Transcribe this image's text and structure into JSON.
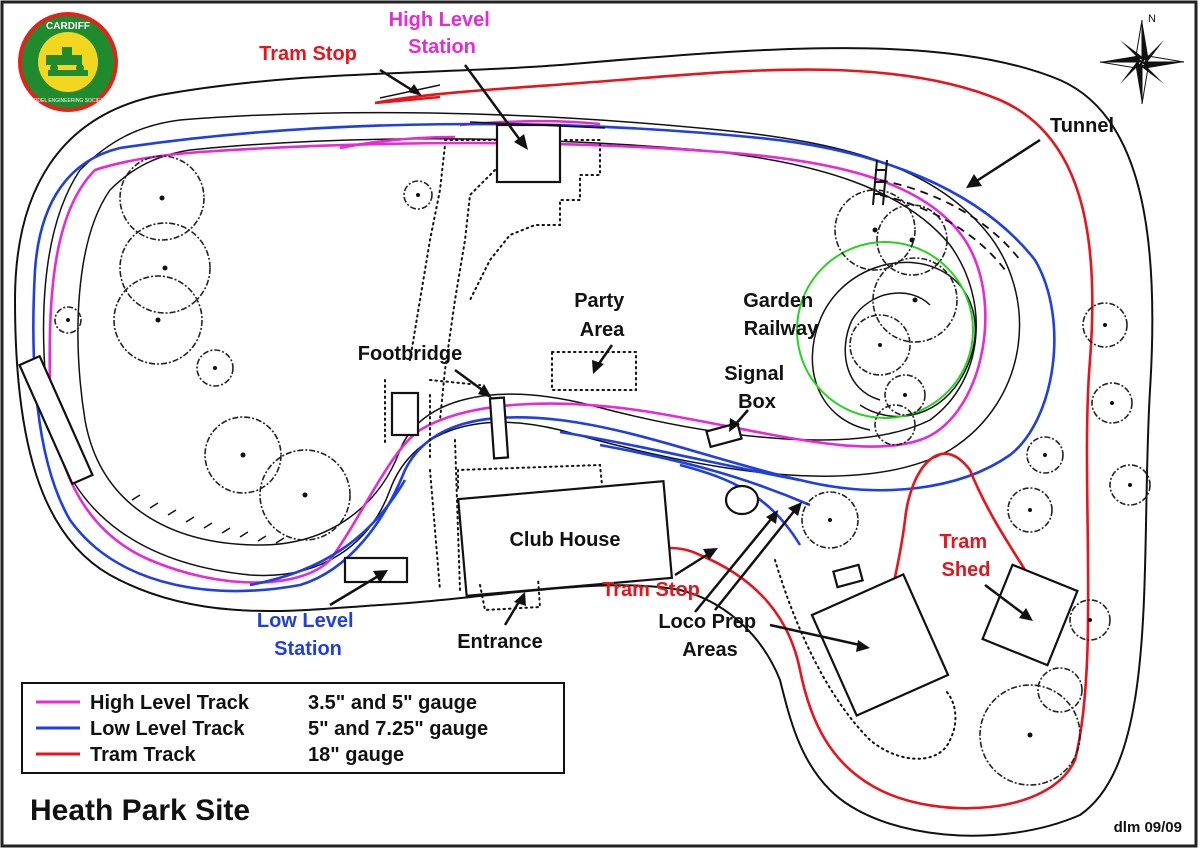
{
  "logo": {
    "ring_text_top": "CARDIFF",
    "ring_text_bottom": "MODEL ENGINEERING SOCIETY",
    "colors": {
      "ring": "#1f8a2e",
      "border": "#e2231a",
      "center": "#f2d61f"
    }
  },
  "labels": {
    "high_level_station": [
      "High Level",
      "Station"
    ],
    "tram_stop_top": "Tram Stop",
    "tunnel": "Tunnel",
    "party_area": [
      "Party",
      "Area"
    ],
    "garden_railway": [
      "Garden",
      "Railway"
    ],
    "footbridge": "Footbridge",
    "signal_box": [
      "Signal",
      "Box"
    ],
    "club_house": "Club House",
    "tram_shed": [
      "Tram",
      "Shed"
    ],
    "low_level_station": [
      "Low Level",
      "Station"
    ],
    "entrance": "Entrance",
    "tram_stop_bottom": "Tram Stop",
    "loco_prep_areas": [
      "Loco Prep",
      "Areas"
    ]
  },
  "legend": {
    "items": [
      {
        "name": "High Level Track",
        "gauge": "3.5\" and 5\" gauge",
        "color": "#e62ad6"
      },
      {
        "name": "Low Level Track",
        "gauge": "5\" and 7.25\" gauge",
        "color": "#1f3fe0"
      },
      {
        "name": "Tram Track",
        "gauge": "18\" gauge",
        "color": "#e8141c"
      }
    ]
  },
  "title": "Heath Park Site",
  "credit": "dlm 09/09",
  "compass": {
    "north_label": "N",
    "icon": "compass-rose-icon"
  },
  "colors": {
    "high_level": "#e62ad6",
    "low_level": "#1f3fe0",
    "tram": "#e8141c",
    "garden_railway": "#29d21f",
    "text_red": "#e8141c",
    "text_magenta": "#e62ad6",
    "text_blue": "#1f3fe0"
  }
}
